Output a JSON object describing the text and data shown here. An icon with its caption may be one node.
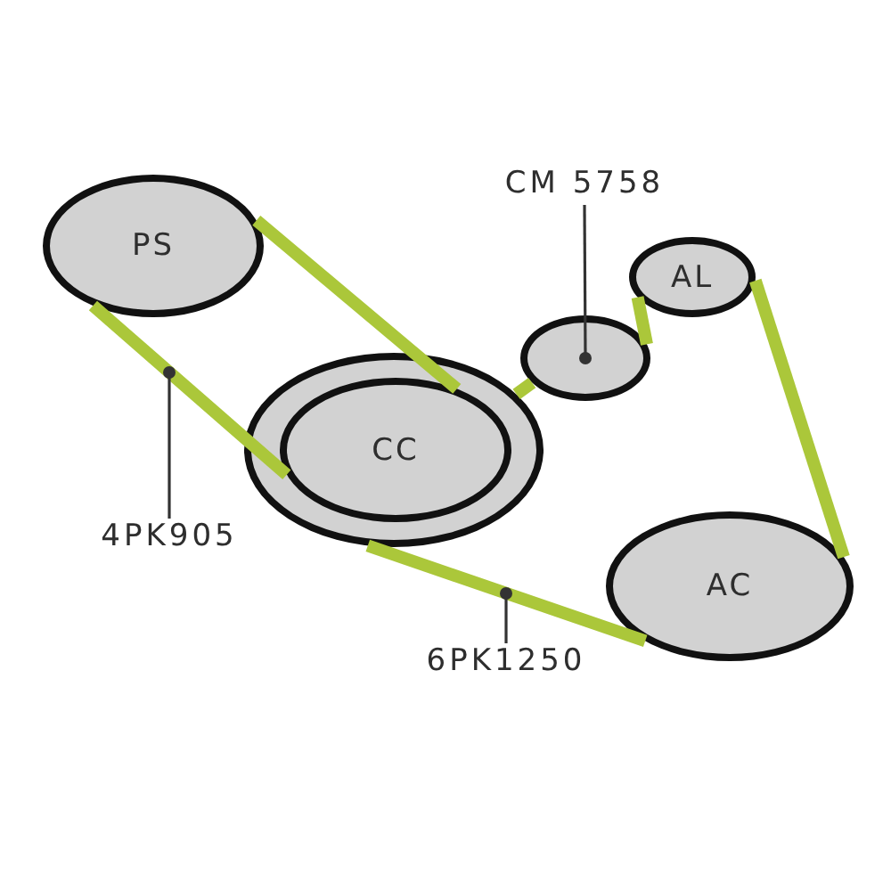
{
  "diagram": {
    "nodes": [
      {
        "text": [
          "CM 5758"
        ]
      },
      {
        "text": [
          "PS"
        ]
      },
      {
        "text": [
          "AL"
        ]
      },
      {
        "text": [],
        "shape": "circle"
      },
      {
        "text": [],
        "shape": "circle"
      },
      {
        "text": [
          "CC"
        ],
        "in": 4
      },
      {
        "text": [
          "4PK905"
        ]
      },
      {
        "text": [
          "AC"
        ]
      },
      {
        "text": [
          "6PK1250"
        ]
      }
    ],
    "edges": [
      {
        "from": 1,
        "to": 5,
        "arrow": "none"
      },
      {
        "from": 1,
        "to": 5,
        "arrow": "none"
      },
      {
        "from": 4,
        "to": 3,
        "arrow": "none"
      },
      {
        "from": 3,
        "to": 2,
        "arrow": "none"
      },
      {
        "from": 2,
        "to": 7,
        "arrow": "none"
      },
      {
        "from": 7,
        "to": 4,
        "arrow": "none"
      },
      {
        "from": 0,
        "to": 3,
        "arrow": "other",
        "color": "#333333"
      },
      {
        "from": 6,
        "to": null,
        "arrow": "other",
        "color": "#333333"
      },
      {
        "from": 8,
        "to": null,
        "arrow": "other",
        "color": "#333333"
      }
    ]
  }
}
